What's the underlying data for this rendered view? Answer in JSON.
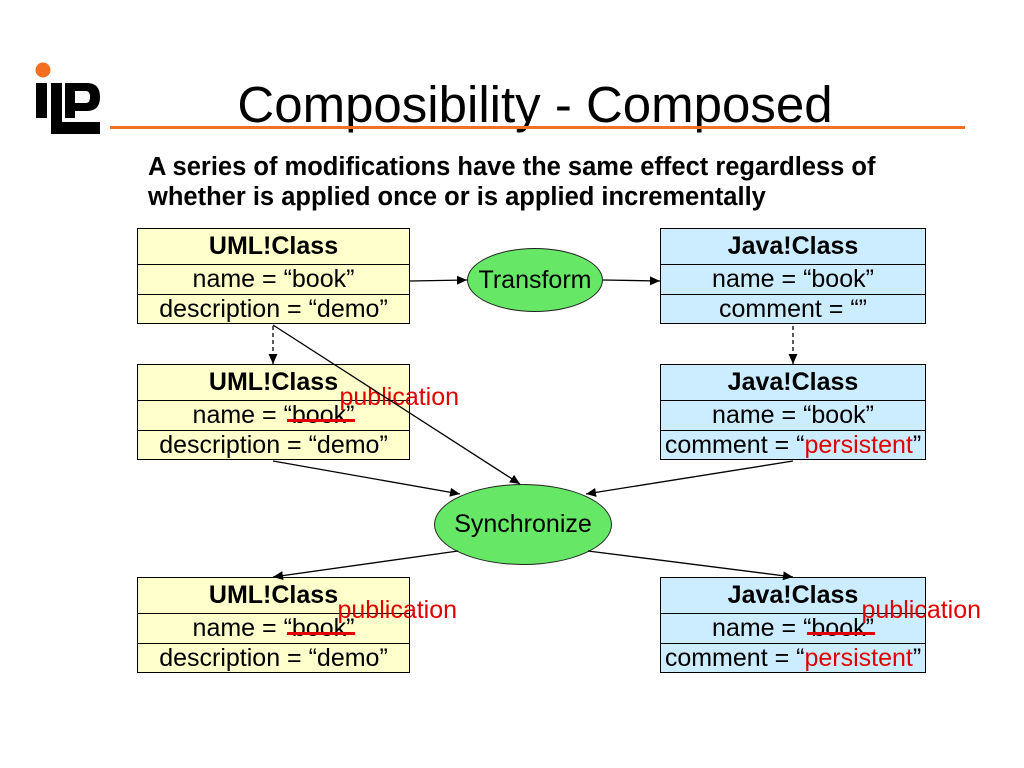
{
  "slide": {
    "title": "Composibility - Composed",
    "subtitle": [
      "A series of modifications have the same effect regardless of",
      "whether is applied once or is applied incrementally"
    ]
  },
  "colors": {
    "accent": "#F36F21",
    "uml_fill": "#FFFFCC",
    "java_fill": "#CCECFF",
    "process_fill": "#66E866",
    "highlight": "#E00000"
  },
  "icons": {
    "logo": "ilp-logo-icon"
  },
  "processes": {
    "transform": "Transform",
    "synchronize": "Synchronize"
  },
  "models": {
    "uml_initial": {
      "header": "UML!Class",
      "rows": [
        {
          "text": "name = “book”"
        },
        {
          "text": "description = “demo”"
        }
      ]
    },
    "java_initial": {
      "header": "Java!Class",
      "rows": [
        {
          "text": "name = “book”"
        },
        {
          "text": "comment = “”"
        }
      ]
    },
    "uml_modified": {
      "header": "UML!Class",
      "annotation": "publication",
      "rows": [
        {
          "prefix": "name = “",
          "value": "book",
          "suffix": "”"
        },
        {
          "text": "description = “demo”"
        }
      ]
    },
    "java_modified": {
      "header": "Java!Class",
      "rows": [
        {
          "text": "name = “book”"
        },
        {
          "prefix": "comment = “",
          "value": "persistent",
          "suffix": "”"
        }
      ]
    },
    "uml_synchronized": {
      "header": "UML!Class",
      "annotation": "publication",
      "rows": [
        {
          "prefix": "name = “",
          "value": "book",
          "suffix": "”"
        },
        {
          "text": "description = “demo”"
        }
      ]
    },
    "java_synchronized": {
      "header": "Java!Class",
      "annotation": "publication",
      "rows": [
        {
          "prefix": "name = “",
          "value": "book",
          "suffix": "”"
        },
        {
          "prefix": "comment = “",
          "value": "persistent",
          "suffix": "”"
        }
      ]
    }
  }
}
